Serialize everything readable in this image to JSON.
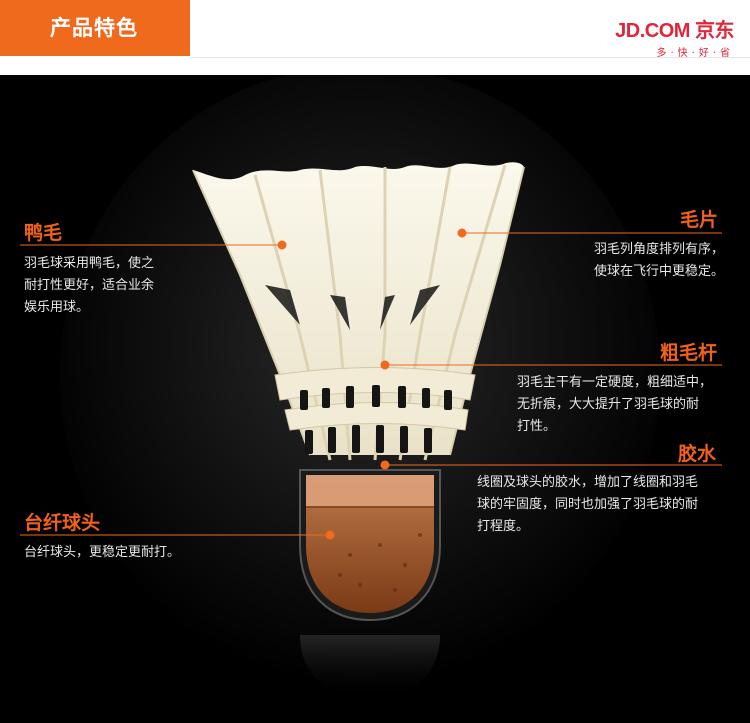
{
  "header": {
    "section_title": "产品特色",
    "logo_text": "JD.COM 京东",
    "logo_slogan": "多·快·好·省"
  },
  "features": {
    "duck_feather": {
      "title": "鸭毛",
      "desc": [
        "羽毛球采用鸭毛，使之",
        "耐打性更好，适合业余",
        "娱乐用球。"
      ]
    },
    "feather_piece": {
      "title": "毛片",
      "desc": [
        "羽毛列角度排列有序，",
        "使球在飞行中更稳定。"
      ]
    },
    "thick_shaft": {
      "title": "粗毛杆",
      "desc": [
        "羽毛主干有一定硬度，粗细适中，",
        "无折痕，大大提升了羽毛球的耐",
        "打性。"
      ]
    },
    "glue": {
      "title": "胶水",
      "desc": [
        "线圈及球头的胶水，增加了线圈和羽毛",
        "球的牢固度，同时也加强了羽毛球的耐",
        "打程度。"
      ]
    },
    "cork_head": {
      "title": "台纤球头",
      "desc": [
        "台纤球头，更稳定更耐打。"
      ]
    }
  },
  "colors": {
    "accent": "#ef6a1c",
    "brand_red": "#e0263c",
    "background": "#000000"
  }
}
